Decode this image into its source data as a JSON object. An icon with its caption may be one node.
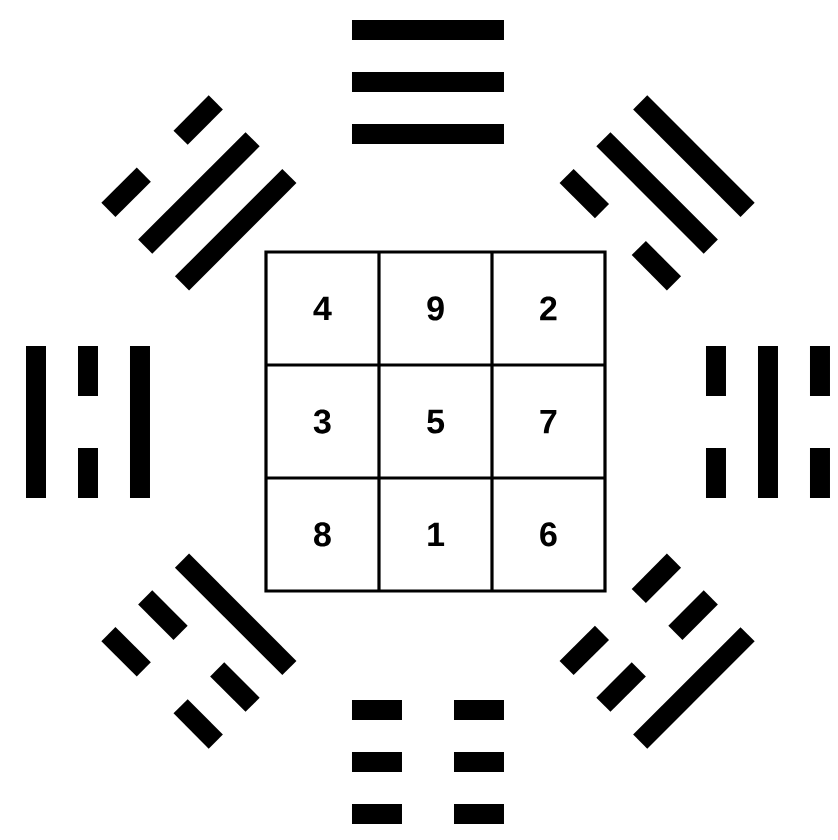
{
  "diagram": {
    "labels": [
      "4",
      "9",
      "2",
      "3",
      "5",
      "7",
      "8",
      "1",
      "6"
    ]
  }
}
